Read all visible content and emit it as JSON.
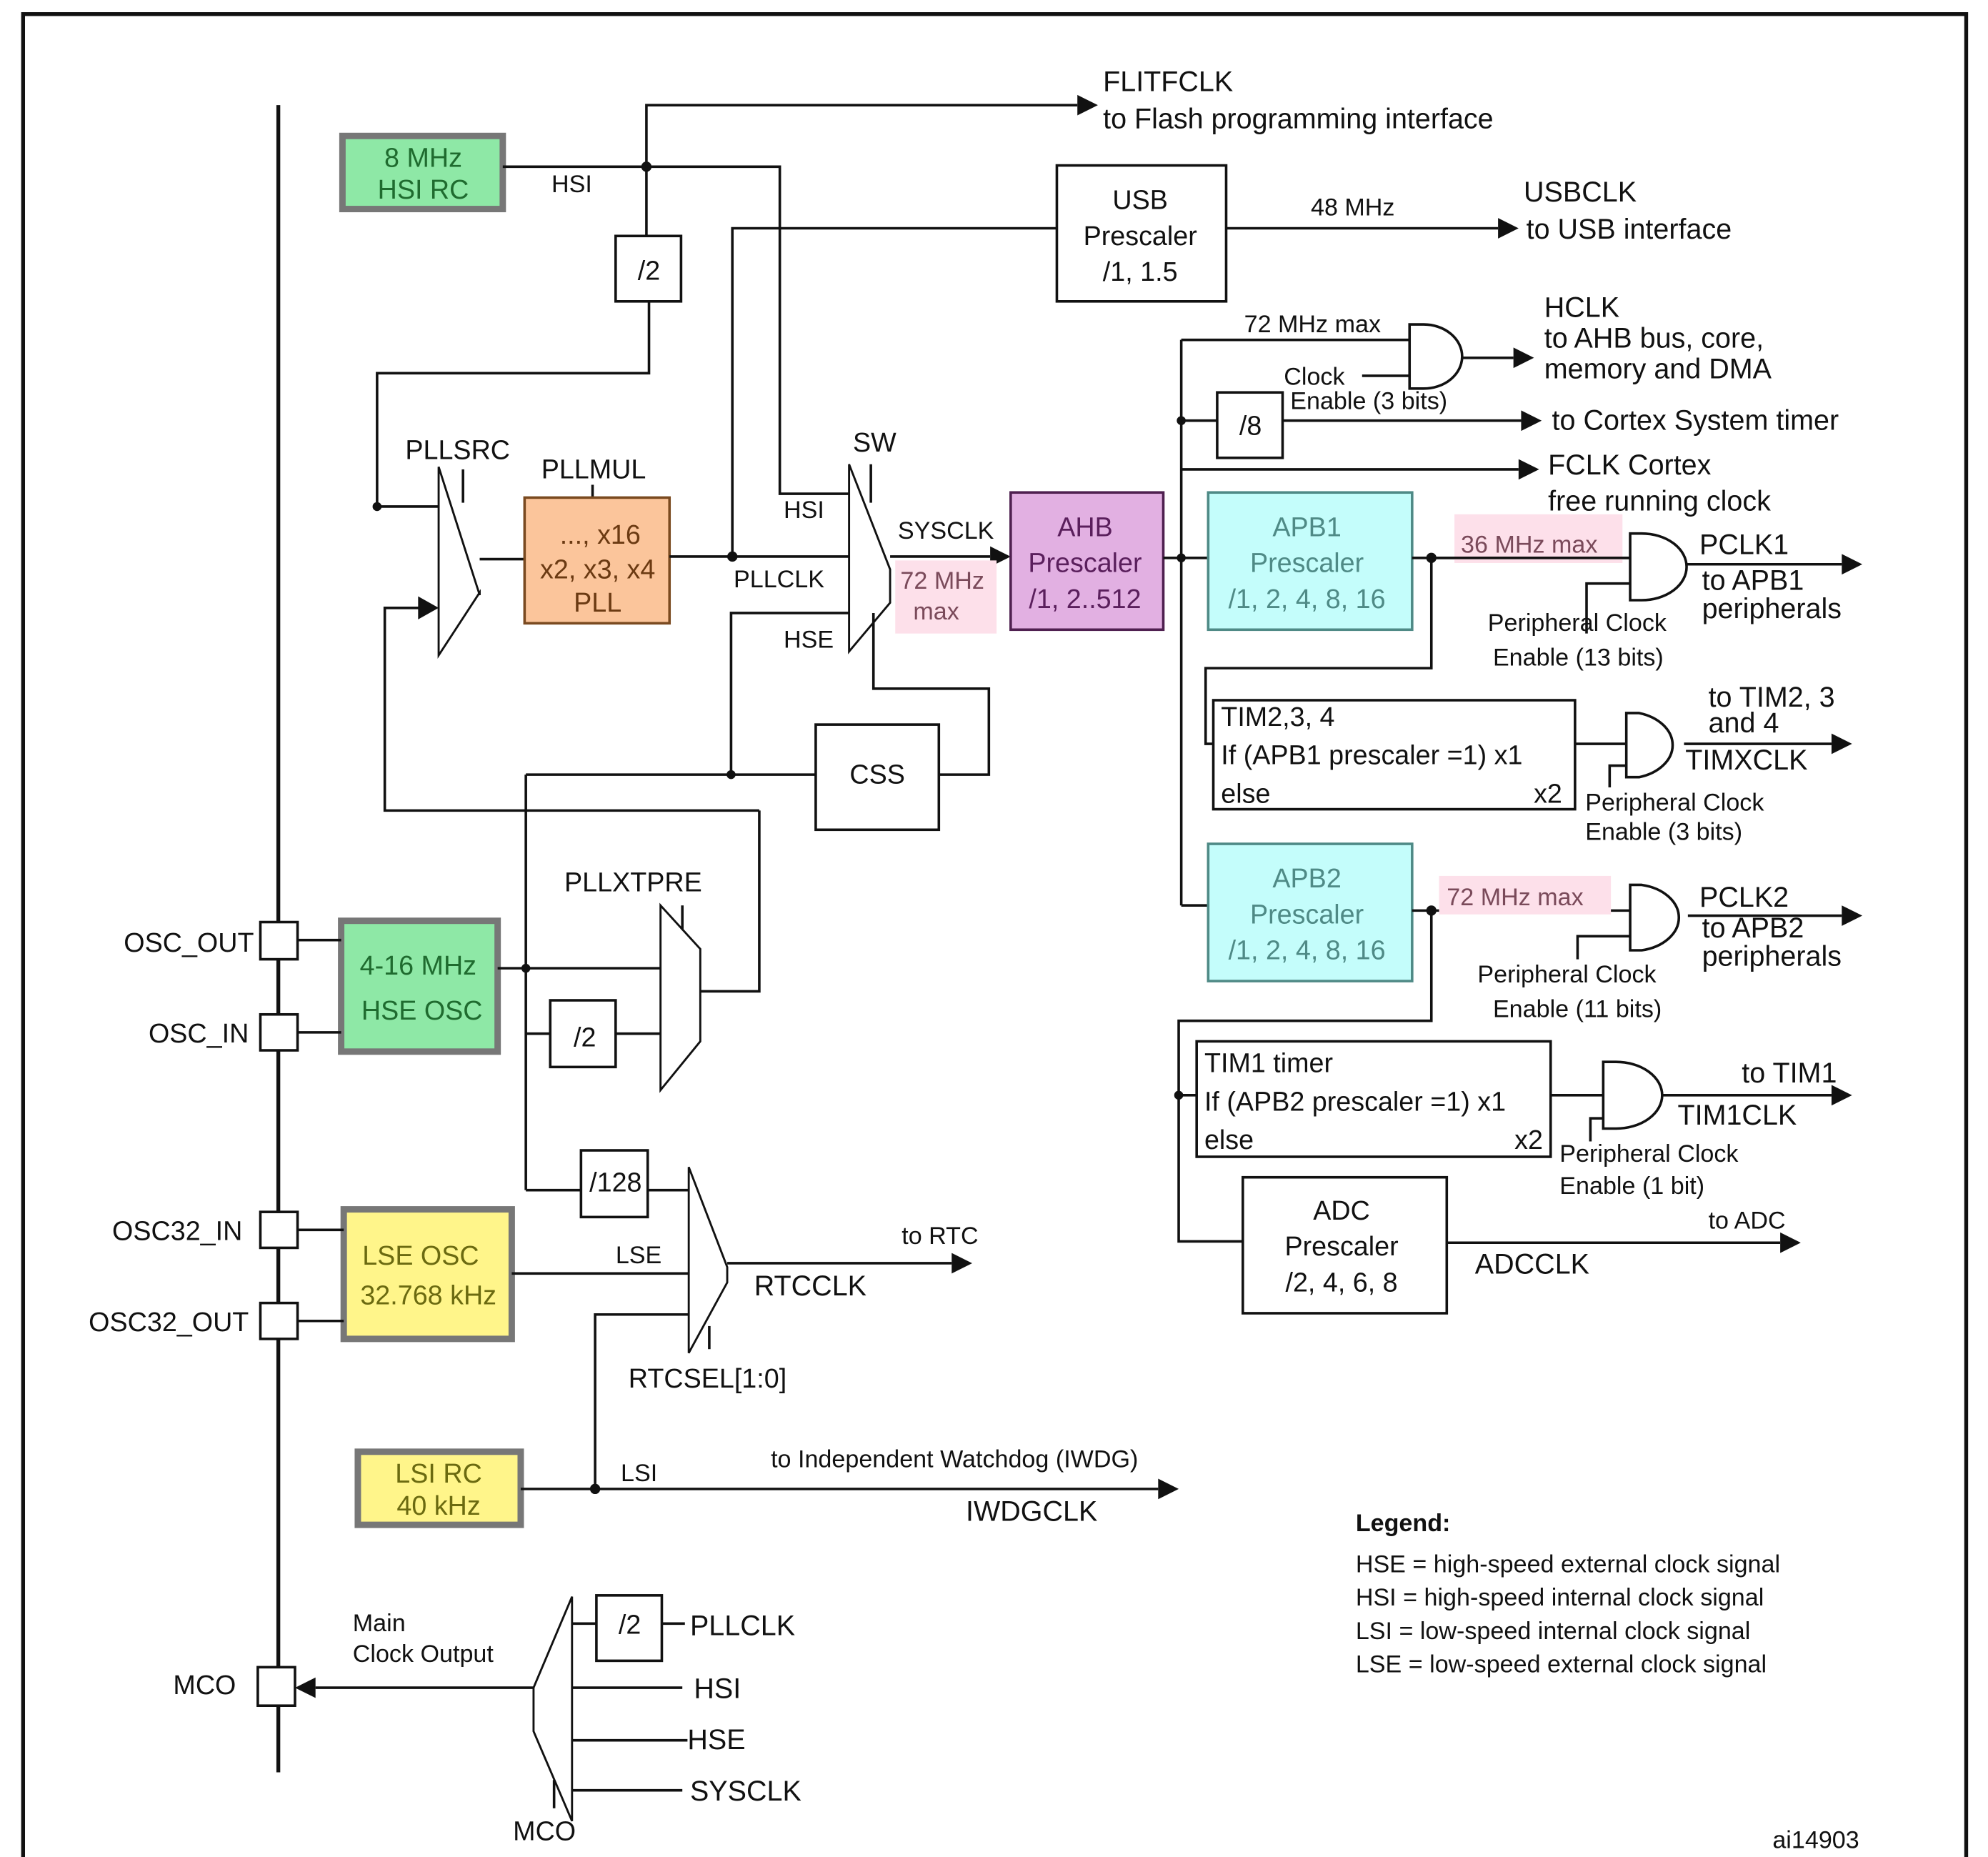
{
  "diagram": {
    "id_label": "ai14903",
    "colors": {
      "hsi_hse_osc": "#8ee8a6",
      "lse_lsi_osc": "#fff58a",
      "pll": "#fbc59b",
      "ahb": "#e2b0e2",
      "apb": "#c4fdfb",
      "max_freq_highlight": "#fde0ea"
    },
    "oscillators": {
      "hsi": {
        "line1": "8 MHz",
        "line2": "HSI RC"
      },
      "hse": {
        "line1": "4-16 MHz",
        "line2": "HSE OSC"
      },
      "lse": {
        "line1": "LSE OSC",
        "line2": "32.768 kHz"
      },
      "lsi": {
        "line1": "LSI RC",
        "line2": "40 kHz"
      }
    },
    "pins": {
      "osc_out": "OSC_OUT",
      "osc_in": "OSC_IN",
      "osc32_in": "OSC32_IN",
      "osc32_out": "OSC32_OUT",
      "mco": "MCO"
    },
    "signals": {
      "hsi": "HSI",
      "hse": "HSE",
      "lse": "LSE",
      "lsi": "LSI",
      "pllclk": "PLLCLK",
      "sysclk": "SYSCLK",
      "rtcclk": "RTCCLK",
      "iwdgclk": "IWDGCLK",
      "adcclk": "ADCCLK",
      "timxclk": "TIMXCLK",
      "tim1clk": "TIM1CLK"
    },
    "selectors": {
      "pllsrc": "PLLSRC",
      "pllmul": "PLLMUL",
      "sw": "SW",
      "pllxtpre": "PLLXTPRE",
      "rtcsel": "RTCSEL[1:0]",
      "mco": "MCO"
    },
    "dividers": {
      "hsi_div2": "/2",
      "hse_div2": "/2",
      "hse_div128": "/128",
      "systick_div8": "/8",
      "mco_div2": "/2"
    },
    "blocks": {
      "pll": {
        "line1": "..., x16",
        "line2": "x2, x3, x4",
        "line3": "PLL"
      },
      "usb": {
        "line1": "USB",
        "line2": "Prescaler",
        "line3": "/1, 1.5"
      },
      "ahb": {
        "line1": "AHB",
        "line2": "Prescaler",
        "line3": "/1, 2..512"
      },
      "apb1": {
        "line1": "APB1",
        "line2": "Prescaler",
        "line3": "/1, 2, 4, 8, 16"
      },
      "apb2": {
        "line1": "APB2",
        "line2": "Prescaler",
        "line3": "/1, 2, 4, 8, 16"
      },
      "css": "CSS",
      "adc": {
        "line1": "ADC",
        "line2": "Prescaler",
        "line3": "/2, 4, 6, 8"
      },
      "tim234": {
        "line1": "TIM2,3, 4",
        "line2": "If (APB1 prescaler =1) x1",
        "line3": "else",
        "line3_right": "x2"
      },
      "tim1": {
        "line1": "TIM1 timer",
        "line2": "If (APB2 prescaler =1) x1",
        "line3": "else",
        "line3_right": "x2"
      }
    },
    "limits": {
      "sysclk_max_line1": "72 MHz",
      "sysclk_max_line2": "max",
      "hclk_max": "72 MHz max",
      "pclk1_max": "36 MHz max",
      "pclk2_max": "72 MHz max",
      "usb_freq": "48 MHz"
    },
    "outputs": {
      "flitfclk": {
        "line1": "FLITFCLK",
        "line2": "to Flash programming interface"
      },
      "usbclk": {
        "line1": "USBCLK",
        "line2": "to USB interface"
      },
      "hclk": {
        "line1": "HCLK",
        "line2": "to AHB bus, core,",
        "line3": "memory and DMA"
      },
      "systick": "to Cortex System timer",
      "fclk": {
        "line1": "FCLK Cortex",
        "line2": "free running clock"
      },
      "pclk1": {
        "line1": "PCLK1",
        "line2": "to APB1",
        "line3": "peripherals"
      },
      "tim234": {
        "line1": "to TIM2, 3",
        "line2": "and 4"
      },
      "pclk2": {
        "line1": "PCLK2",
        "line2": "to APB2",
        "line3": "peripherals"
      },
      "tim1": "to TIM1",
      "adc": "to ADC",
      "rtc": "to RTC",
      "iwdg": "to Independent Watchdog (IWDG)",
      "mco": {
        "line1": "Main",
        "line2": "Clock Output"
      }
    },
    "enables": {
      "hclk": {
        "line1": "Clock",
        "line2": "Enable (3 bits)"
      },
      "pclk1": {
        "line1": "Peripheral Clock",
        "line2": "Enable (13 bits)"
      },
      "tim234": {
        "line1": "Peripheral Clock",
        "line2": "Enable (3 bits)"
      },
      "pclk2": {
        "line1": "Peripheral Clock",
        "line2": "Enable (11 bits)"
      },
      "tim1": {
        "line1": "Peripheral Clock",
        "line2": "Enable (1 bit)"
      }
    },
    "mco_inputs": [
      "PLLCLK",
      "HSI",
      "HSE",
      "SYSCLK"
    ],
    "legend": {
      "title": "Legend:",
      "items": [
        "HSE = high-speed external clock signal",
        "HSI = high-speed internal clock signal",
        "LSI = low-speed internal clock signal",
        "LSE = low-speed external clock signal"
      ]
    }
  }
}
